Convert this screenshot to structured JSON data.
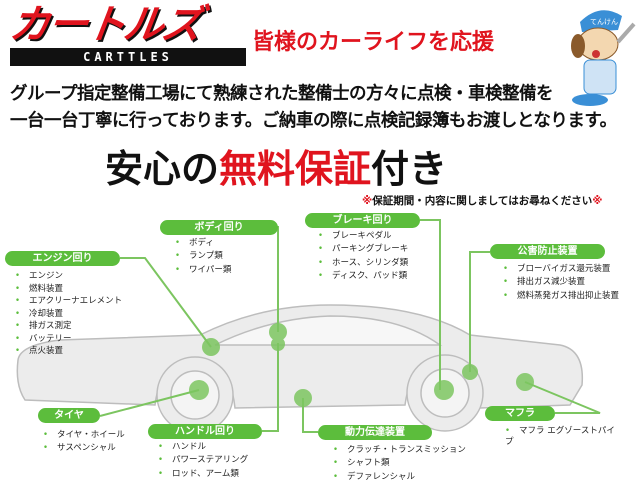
{
  "logo": {
    "main": "カートルズ",
    "sub": "CARTTLES"
  },
  "slogan": "皆様のカーライフを応援",
  "intro": [
    "グループ指定整備工場にて熟練された整備士の方々に点検・車検整備を",
    "一台一台丁寧に行っております。ご納車の際に点検記録簿もお渡しとなります。"
  ],
  "headline": {
    "pre": "安心の",
    "highlight": "無料保証",
    "post": "付き"
  },
  "note": {
    "mark": "※",
    "text": "保証期間・内容に関しましてはお尋ねください"
  },
  "mascot": {
    "cap_text": "てんけん"
  },
  "colors": {
    "brand_red": "#e0141e",
    "accent_green": "#5cbd3c"
  },
  "categories": {
    "body": {
      "title": "ボディ回り",
      "items": [
        "ボディ",
        "ランプ類",
        "ワイパー類"
      ]
    },
    "brake": {
      "title": "ブレーキ回り",
      "items": [
        "ブレーキペダル",
        "パーキングブレーキ",
        "ホース、シリンダ類",
        "ディスク、パッド類"
      ]
    },
    "engine": {
      "title": "エンジン回り",
      "items": [
        "エンジン",
        "燃料装置",
        "エアクリーナエレメント",
        "冷却装置",
        "排ガス測定",
        "バッテリー",
        "点火装置"
      ]
    },
    "emission": {
      "title": "公害防止装置",
      "items": [
        "ブローバイガス還元装置",
        "排出ガス減少装置",
        "燃料蒸発ガス排出抑止装置"
      ]
    },
    "tire": {
      "title": "タイヤ",
      "items": [
        "タイヤ・ホイール",
        "サスペンシャル"
      ]
    },
    "steering": {
      "title": "ハンドル回り",
      "items": [
        "ハンドル",
        "パワーステアリング",
        "ロッド、アーム類"
      ]
    },
    "drivetrain": {
      "title": "動力伝達装置",
      "items": [
        "クラッチ・トランスミッション",
        "シャフト類",
        "デファレンシャル"
      ]
    },
    "muffler": {
      "title": "マフラ",
      "items": [
        "マフラ エグゾーストパイプ"
      ]
    }
  }
}
